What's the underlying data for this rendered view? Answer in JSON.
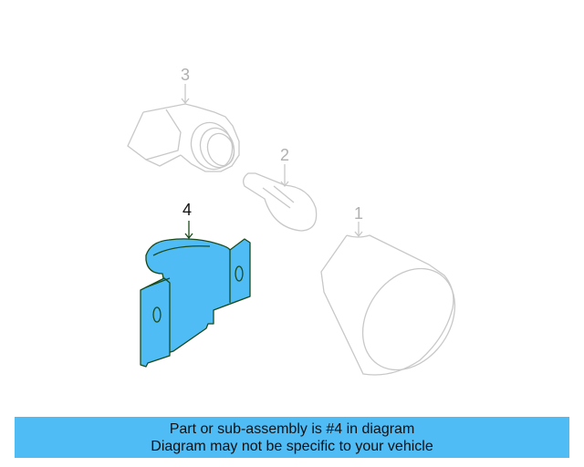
{
  "diagram": {
    "parts": [
      {
        "number": "1",
        "name": "lamp-housing",
        "highlighted": false
      },
      {
        "number": "2",
        "name": "bulb",
        "highlighted": false
      },
      {
        "number": "3",
        "name": "socket",
        "highlighted": false
      },
      {
        "number": "4",
        "name": "bracket",
        "highlighted": true
      }
    ],
    "colors": {
      "highlight_fill": "#4fbcf6",
      "highlight_stroke": "#1a4a1a",
      "ghost_stroke": "#c8c8c8",
      "ghost_label": "#b0b0b0",
      "active_label": "#111111"
    }
  },
  "banner": {
    "line1": "Part or sub-assembly is #4 in diagram",
    "line2": "Diagram may not be specific to your vehicle",
    "background": "#4fbcf6"
  }
}
